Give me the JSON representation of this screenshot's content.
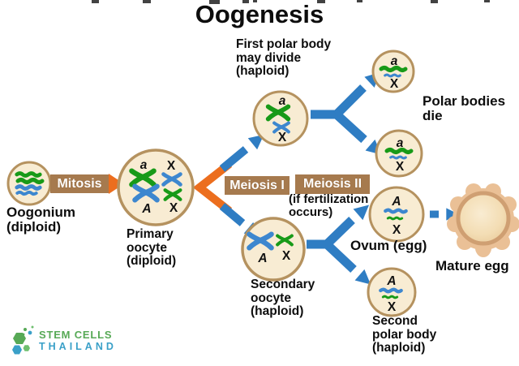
{
  "title": "Oogenesis",
  "stage_labels": {
    "mitosis": "Mitosis",
    "meiosis_i": "Meiosis I",
    "meiosis_ii": "Meiosis II",
    "fertilization_note": "(if fertilization\noccurs)"
  },
  "cell_labels": {
    "oogonium": "Oogonium\n(diploid)",
    "primary_oocyte": "Primary\noocyte\n(diploid)",
    "first_polar_body": "First polar body\nmay divide\n(haploid)",
    "polar_bodies_die": "Polar bodies\ndie",
    "secondary_oocyte": "Secondary\noocyte\n(haploid)",
    "ovum": "Ovum (egg)",
    "second_polar_body": "Second\npolar body\n(haploid)",
    "mature_egg": "Mature egg"
  },
  "chromosome_marks": {
    "fpb_a": "a",
    "fpb_x": "X",
    "pb1_a": "a",
    "pb1_x": "X",
    "pb2_a": "a",
    "pb2_x": "X",
    "po_a": "a",
    "po_x_top": "X",
    "po_A": "A",
    "po_x_bottom": "X",
    "so_A": "A",
    "so_x": "X",
    "ov_A": "A",
    "ov_x": "X",
    "spb_A": "A",
    "spb_x": "X"
  },
  "logo": {
    "line1": "STEM CELLS",
    "line2": "THAILAND"
  },
  "colors": {
    "cell_fill": "#f8ecd3",
    "cell_border": "#b5925f",
    "chromosome_green": "#189a18",
    "chromosome_blue": "#3d87cf",
    "arrow_blue": "#2f7dc3",
    "arrow_orange": "#ec6e1e",
    "label_brown": "#a67a4e",
    "logo_green": "#57a956",
    "logo_blue": "#3aa0c8"
  }
}
